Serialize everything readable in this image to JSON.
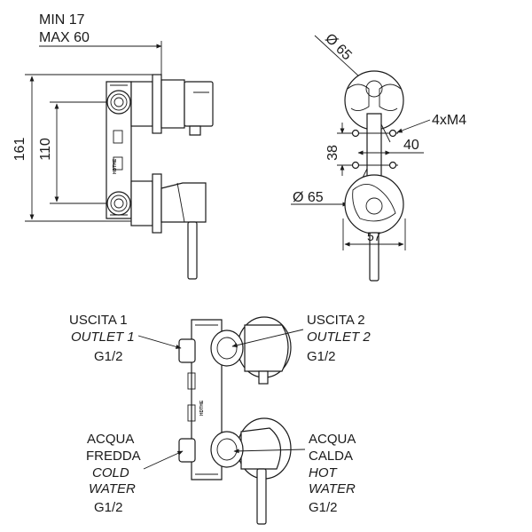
{
  "side_view": {
    "min_label": "MIN 17",
    "max_label": "MAX 60",
    "dim_161": "161",
    "dim_110": "110",
    "body_mark": "HDTHE"
  },
  "front_view": {
    "dia_top": "Ø 65",
    "dia_bottom": "Ø 65",
    "screws": "4xM4",
    "dim_40": "40",
    "dim_38": "38",
    "dim_57": "57"
  },
  "connections": {
    "outlet1": {
      "it": "USCITA 1",
      "en": "OUTLET 1",
      "size": "G1/2"
    },
    "outlet2": {
      "it": "USCITA 2",
      "en": "OUTLET 2",
      "size": "G1/2"
    },
    "cold": {
      "it1": "ACQUA",
      "it2": "FREDDA",
      "en1": "COLD",
      "en2": "WATER",
      "size": "G1/2"
    },
    "hot": {
      "it1": "ACQUA",
      "it2": "CALDA",
      "en1": "HOT",
      "en2": "WATER",
      "size": "G1/2"
    }
  }
}
